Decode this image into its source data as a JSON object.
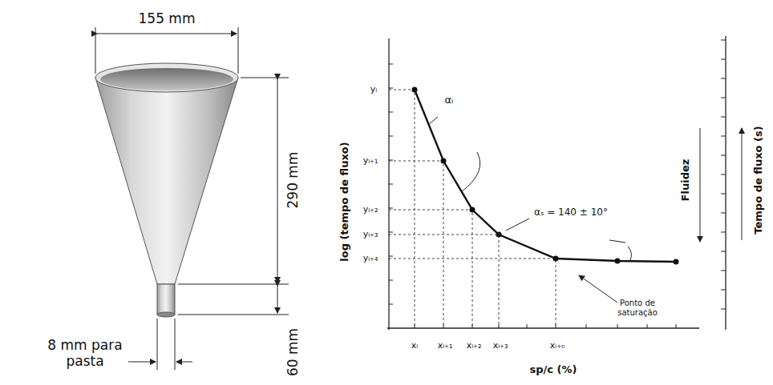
{
  "diagram": {
    "labels": [
      "155 mm",
      "290 mm",
      "60 mm",
      "8 mm para pasta",
      "yᵢ",
      "yᵢ₊₁",
      "yᵢ₊₂",
      "yᵢ₊₃",
      "yᵢ₊₄",
      "xᵢ",
      "xᵢ₊₁",
      "xᵢ₊₂",
      "xᵢ₊₃",
      "xᵢ₊ₙ",
      "αᵢ",
      "αₛ = 140 ± 10°",
      "log (tempo de fluxo)",
      "sp/c (%)",
      "Fluidez",
      "Tempo de fluxo (s)",
      "Ponto de saturação"
    ]
  }
}
